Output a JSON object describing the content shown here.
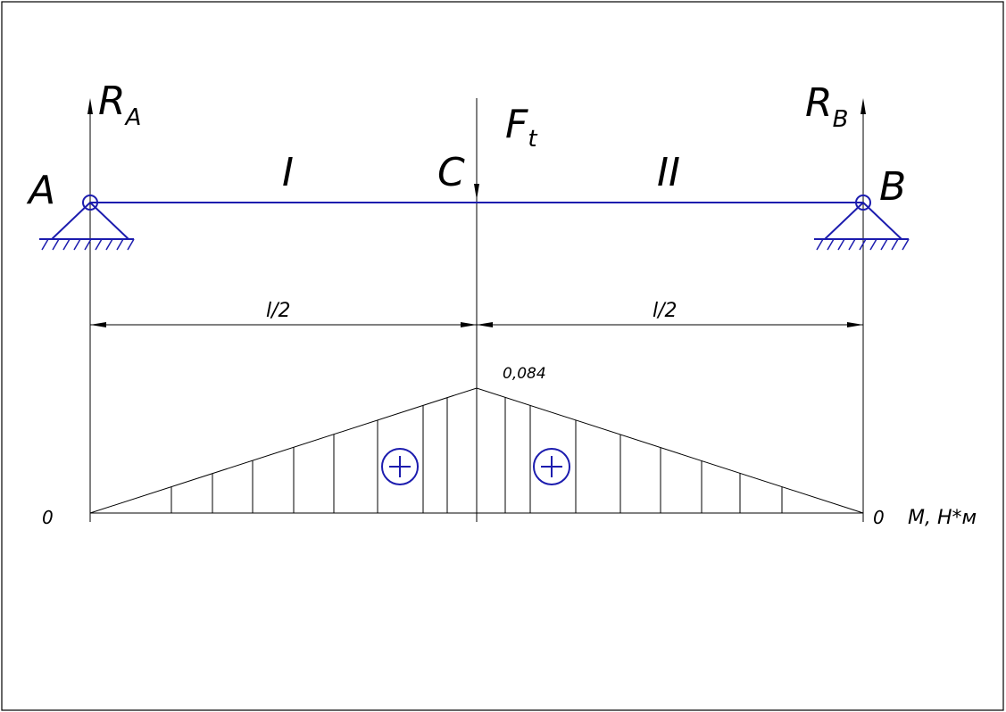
{
  "labels": {
    "support_a": "A",
    "support_b": "B",
    "point_c": "C",
    "reaction_a_main": "R",
    "reaction_a_sub": "A",
    "reaction_b_main": "R",
    "reaction_b_sub": "B",
    "force_main": "F",
    "force_sub": "t",
    "segment_1": "I",
    "segment_2": "II",
    "dim_left": "l/2",
    "dim_right": "l/2",
    "peak_value": "0,084",
    "zero_left": "0",
    "zero_right": "0",
    "moment_unit": "M, H*м",
    "sign_left": "+",
    "sign_right": "+"
  },
  "colors": {
    "beam": "#1c1cae",
    "lines": "#000000"
  },
  "chart_data": {
    "type": "area",
    "x": [
      "A",
      "C",
      "B"
    ],
    "series": [
      {
        "values": [
          0,
          0.084,
          0
        ]
      }
    ],
    "annotations": [
      "0,084",
      "0",
      "0"
    ],
    "ylabel": "M, H*м"
  }
}
